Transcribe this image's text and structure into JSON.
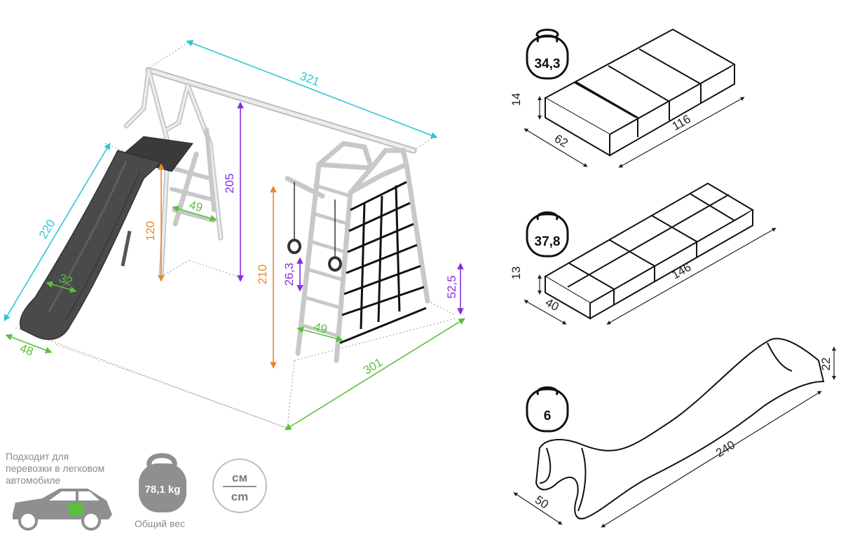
{
  "colors": {
    "cyan": "#2bc6d6",
    "purple": "#8a2be2",
    "orange": "#e9872a",
    "green": "#57c13a",
    "slide": "#4a4a4c",
    "frame": "#d9d9d9",
    "deck": "#3a3a3a",
    "icon_gray": "#8f8f8f",
    "caption_gray": "#8a8a8a"
  },
  "main_dimensions": {
    "width": "321",
    "depth": "301",
    "slide_length": "220",
    "slide_width": "48",
    "slide_inner": "32",
    "tower_height": "205",
    "platform_height": "120",
    "ladder_step": "49",
    "net_height": "210",
    "ring_height": "26,3",
    "net_step": "49",
    "foot_height": "52,5"
  },
  "packages": [
    {
      "weight": "34,3",
      "height": "14",
      "width": "62",
      "length": "116"
    },
    {
      "weight": "37,8",
      "height": "13",
      "width": "40",
      "length": "146"
    },
    {
      "weight": "6",
      "height": "22",
      "width": "50",
      "length": "240"
    }
  ],
  "footer": {
    "car_caption": [
      "Подходит для",
      "перевозки в легковом",
      "автомобиле"
    ],
    "total_weight": "78,1 kg",
    "total_weight_label": "Общий вес",
    "units_top": "см",
    "units_bottom": "cm"
  }
}
